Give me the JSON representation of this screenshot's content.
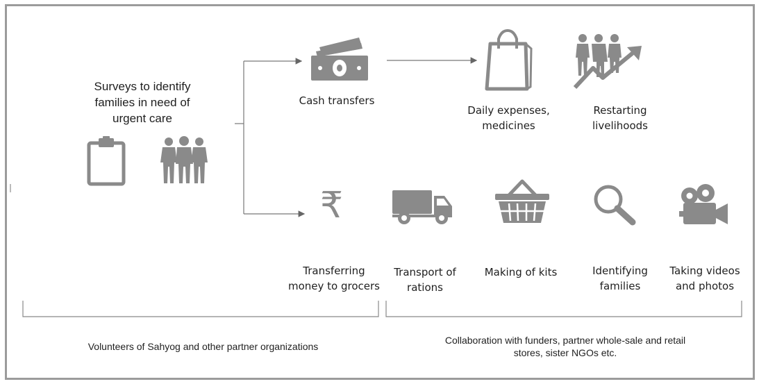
{
  "survey": {
    "text": "Surveys to identify\nfamilies in need of\nurgent care"
  },
  "top_row": [
    {
      "label": "Cash transfers",
      "icon": "cash-icon"
    },
    {
      "label": "Daily expenses,\nmedicines",
      "icon": "shopping-bag-icon"
    },
    {
      "label": "Restarting\nlivelihoods",
      "icon": "people-growth-icon"
    }
  ],
  "bottom_row": [
    {
      "label": "Transferring\nmoney to grocers",
      "icon": "rupee-icon"
    },
    {
      "label": "Transport of\nrations",
      "icon": "truck-icon"
    },
    {
      "label": "Making of kits",
      "icon": "basket-icon"
    },
    {
      "label": "Identifying\nfamilies",
      "icon": "magnifier-icon"
    },
    {
      "label": "Taking videos\nand photos",
      "icon": "video-camera-icon"
    }
  ],
  "groups": {
    "left": "Volunteers of Sahyog and other partner organizations",
    "right": "Collaboration with funders, partner whole-sale and retail\nstores, sister NGOs etc."
  },
  "rupee_glyph": "₹",
  "colors": {
    "icon": "#8a8a8a",
    "line": "#777777",
    "border": "#9b9b9b"
  }
}
